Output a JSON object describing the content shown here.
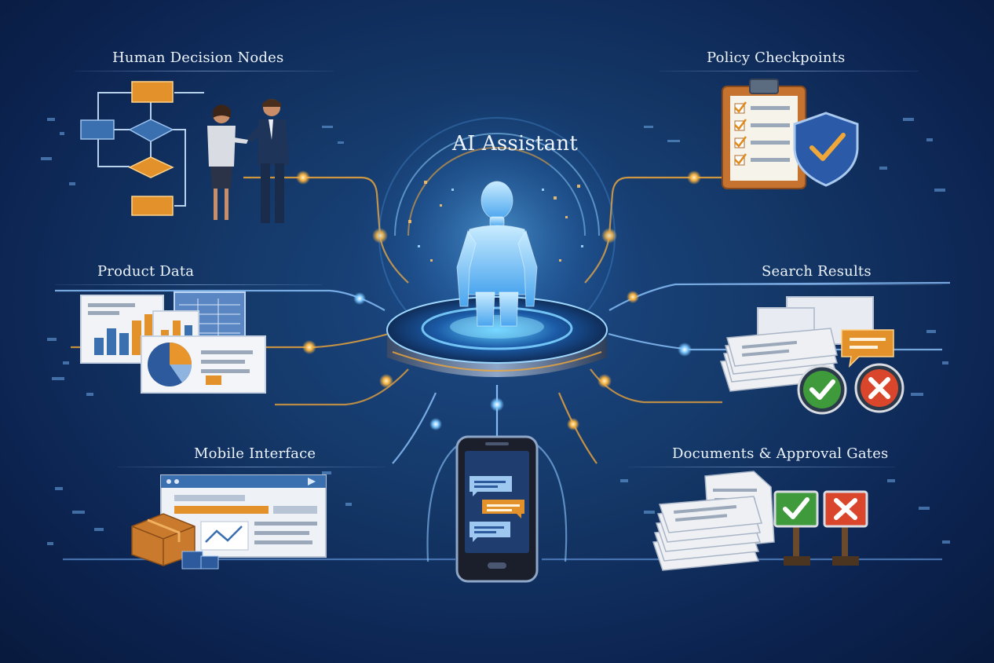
{
  "center": {
    "title": "AI Assistant"
  },
  "nodes": {
    "human_decision": {
      "label": "Human Decision Nodes"
    },
    "policy": {
      "label": "Policy Checkpoints"
    },
    "product_data": {
      "label": "Product Data"
    },
    "search": {
      "label": "Search Results"
    },
    "mobile": {
      "label": "Mobile Interface"
    },
    "documents": {
      "label": "Documents & Approval Gates"
    }
  },
  "colors": {
    "background": "#123463",
    "accent_orange": "#f0a73a",
    "accent_blue": "#5fb3ff",
    "approve_green": "#3f9a3b",
    "reject_red": "#d9462b"
  }
}
